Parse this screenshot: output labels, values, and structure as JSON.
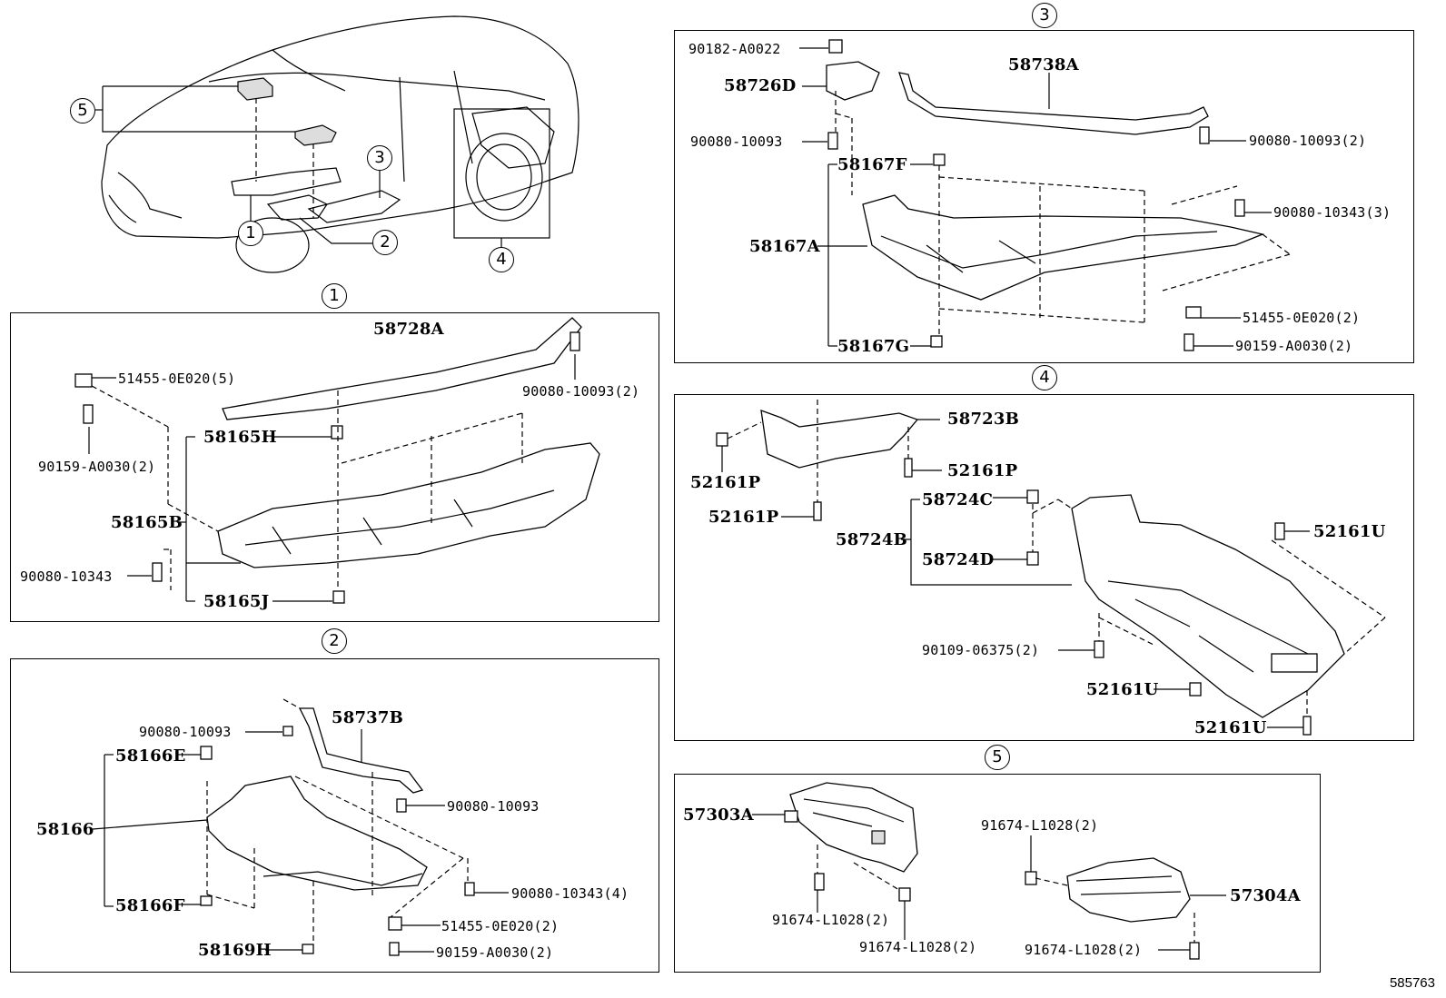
{
  "diagram_id": "585763",
  "callouts": {
    "c1": "1",
    "c2": "2",
    "c3": "3",
    "c4": "4",
    "c5": "5"
  },
  "overview": {
    "markers": [
      "1",
      "2",
      "3",
      "4",
      "5"
    ]
  },
  "section1": {
    "title": "1",
    "labels": {
      "p58728A": "58728A",
      "p51455": "51455-0E020(5)",
      "p90080_10093": "90080-10093(2)",
      "p58165H": "58165H",
      "p90159": "90159-A0030(2)",
      "p58165B": "58165B",
      "p90080_10343": "90080-10343",
      "p58165J": "58165J"
    }
  },
  "section2": {
    "title": "2",
    "labels": {
      "p90080_10093a": "90080-10093",
      "p58737B": "58737B",
      "p58166E": "58166E",
      "p90080_10093b": "90080-10093",
      "p58166": "58166",
      "p90080_10343": "90080-10343(4)",
      "p58166F": "58166F",
      "p51455": "51455-0E020(2)",
      "p58169H": "58169H",
      "p90159": "90159-A0030(2)"
    }
  },
  "section3": {
    "title": "3",
    "labels": {
      "p90182": "90182-A0022",
      "p58738A": "58738A",
      "p58726D": "58726D",
      "p90080_10093a": "90080-10093",
      "p90080_10093b": "90080-10093(2)",
      "p58167F": "58167F",
      "p90080_10343": "90080-10343(3)",
      "p58167A": "58167A",
      "p51455": "51455-0E020(2)",
      "p58167G": "58167G",
      "p90159": "90159-A0030(2)"
    }
  },
  "section4": {
    "title": "4",
    "labels": {
      "p58723B": "58723B",
      "p52161P_a": "52161P",
      "p52161P_b": "52161P",
      "p52161P_c": "52161P",
      "p58724C": "58724C",
      "p58724B": "58724B",
      "p52161U_a": "52161U",
      "p58724D": "58724D",
      "p90109": "90109-06375(2)",
      "p52161U_b": "52161U",
      "p52161U_c": "52161U"
    }
  },
  "section5": {
    "title": "5",
    "labels": {
      "p57303A": "57303A",
      "p91674_a": "91674-L1028(2)",
      "p91674_b": "91674-L1028(2)",
      "p91674_c": "91674-L1028(2)",
      "p57304A": "57304A",
      "p91674_d": "91674-L1028(2)"
    }
  }
}
